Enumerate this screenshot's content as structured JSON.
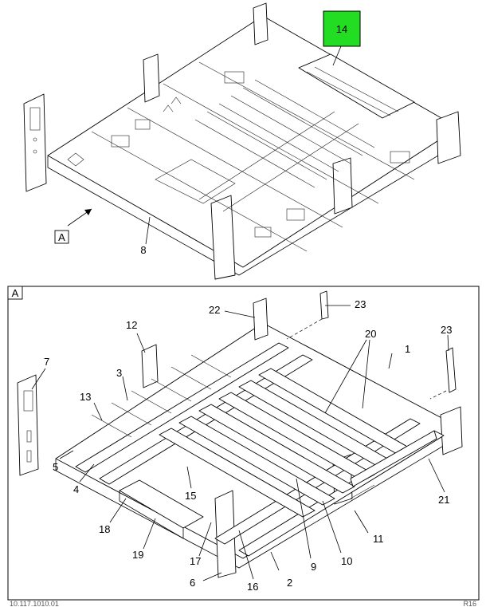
{
  "top_view": {
    "highlight_label": "14",
    "highlight_color": "#22dd22",
    "callouts": [
      "8"
    ],
    "view_marker": "A"
  },
  "detail_view": {
    "frame_label": "A",
    "callouts": [
      "1",
      "2",
      "3",
      "4",
      "5",
      "6",
      "7",
      "9",
      "10",
      "11",
      "12",
      "13",
      "15",
      "16",
      "17",
      "18",
      "19",
      "20",
      "21",
      "22",
      "23",
      "23"
    ]
  },
  "footer": {
    "left_code": "10.117.1010.01",
    "right_code": "R16"
  }
}
